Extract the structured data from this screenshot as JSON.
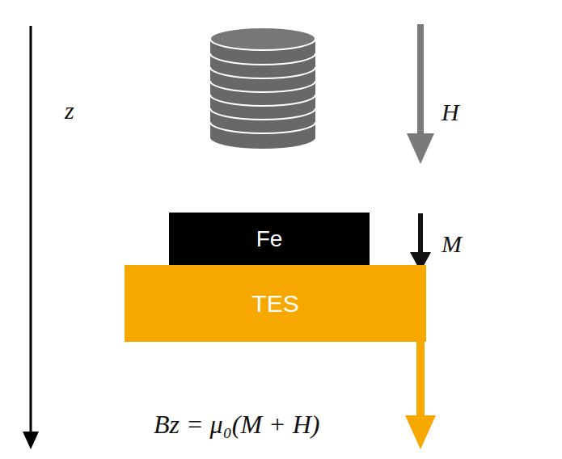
{
  "diagram": {
    "nodes": [
      {
        "text": [
          "Fe"
        ]
      },
      {
        "text": [
          "TES"
        ]
      }
    ],
    "labels": [
      "z",
      "H",
      "M",
      "Bz = μ₀(M + H)"
    ]
  }
}
